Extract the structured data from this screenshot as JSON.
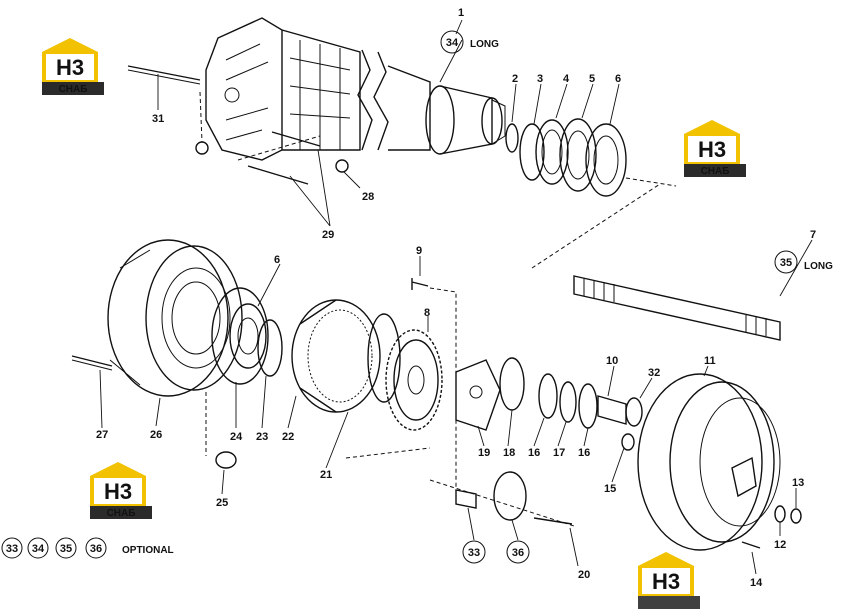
{
  "logos": {
    "main": "H3",
    "sub": "СНАБ"
  },
  "colors": {
    "logo_yellow": "#f2c200",
    "logo_dark": "#2b2b2b",
    "ink": "#111111"
  },
  "parts": {
    "p1": "1",
    "p2": "2",
    "p3": "3",
    "p4": "4",
    "p5": "5",
    "p6a": "6",
    "p6b": "6",
    "p7": "7",
    "p8": "8",
    "p9": "9",
    "p10": "10",
    "p11": "11",
    "p12": "12",
    "p13": "13",
    "p14": "14",
    "p15": "15",
    "p16a": "16",
    "p16b": "16",
    "p17": "17",
    "p18": "18",
    "p19": "19",
    "p20": "20",
    "p21": "21",
    "p22": "22",
    "p23": "23",
    "p24": "24",
    "p25": "25",
    "p26": "26",
    "p27": "27",
    "p28": "28",
    "p29": "29",
    "p31": "31",
    "p32": "32"
  },
  "circled": {
    "c34": "34",
    "c35": "35",
    "c33": "33",
    "c36": "36",
    "legend": [
      "33",
      "34",
      "35",
      "36"
    ]
  },
  "texts": {
    "long1": "LONG",
    "long2": "LONG",
    "optional": "OPTIONAL"
  }
}
